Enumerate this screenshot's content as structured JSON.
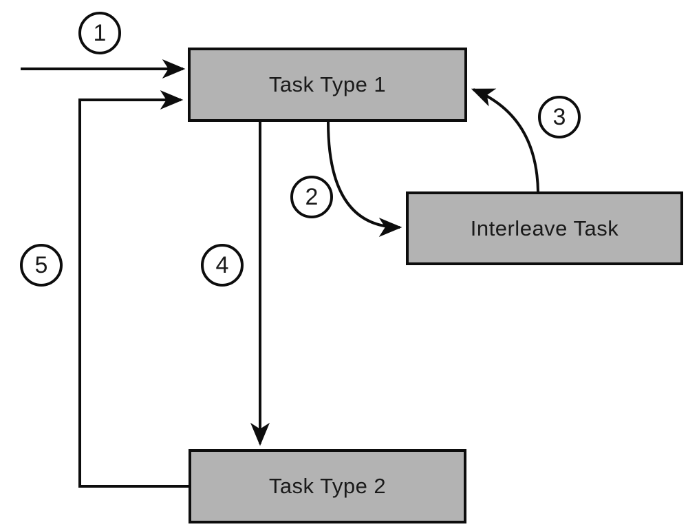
{
  "diagram": {
    "nodes": {
      "task1": {
        "label": "Task Type 1"
      },
      "interleave": {
        "label": "Interleave Task"
      },
      "task2": {
        "label": "Task Type 2"
      }
    },
    "steps": {
      "s1": {
        "number": "1"
      },
      "s2": {
        "number": "2"
      },
      "s3": {
        "number": "3"
      },
      "s4": {
        "number": "4"
      },
      "s5": {
        "number": "5"
      }
    },
    "arrows": {
      "a1": "external input into Task Type 1",
      "a2": "Task Type 1 to Interleave Task",
      "a3": "Interleave Task back to Task Type 1",
      "a4": "Task Type 1 down to Task Type 2",
      "a5": "Task Type 2 loop back into Task Type 1"
    },
    "colors": {
      "node_fill": "#b3b3b3",
      "stroke": "#0d0d0d",
      "background": "#ffffff",
      "text": "#1a1a1a"
    }
  }
}
